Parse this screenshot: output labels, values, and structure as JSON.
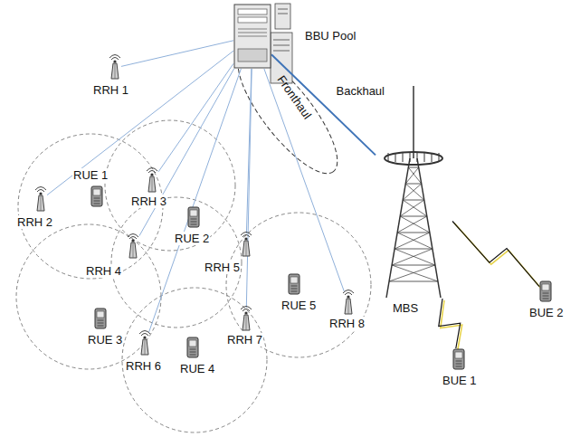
{
  "diagram": {
    "nodes": [
      {
        "text": [
          "BBU Pool"
        ]
      },
      {
        "text": [
          "RRH 1"
        ]
      },
      {
        "text": [
          "RUE 1"
        ]
      },
      {
        "text": [
          "RRH 2"
        ]
      },
      {
        "text": [
          "RRH 3"
        ]
      },
      {
        "text": [
          "RRH 4"
        ]
      },
      {
        "text": [
          "RUE 2"
        ]
      },
      {
        "text": [
          "RRH 5"
        ]
      },
      {
        "text": [
          "RUE 5"
        ]
      },
      {
        "text": [
          "RRH 7"
        ]
      },
      {
        "text": [
          "RRH 8"
        ]
      },
      {
        "text": [
          "RUE 3"
        ]
      },
      {
        "text": [
          "RRH 6"
        ]
      },
      {
        "text": [
          "RUE 4"
        ]
      },
      {
        "text": [
          "MBS"
        ]
      },
      {
        "text": [
          "BUE 2"
        ]
      },
      {
        "text": [
          "BUE 1"
        ]
      }
    ],
    "edges": [
      {
        "from": 0,
        "to": 1,
        "arrow": "none"
      },
      {
        "from": 0,
        "to": 3,
        "arrow": "none"
      },
      {
        "from": 0,
        "to": 4,
        "arrow": "none"
      },
      {
        "from": 0,
        "to": 5,
        "arrow": "none"
      },
      {
        "from": 0,
        "to": 7,
        "arrow": "none"
      },
      {
        "from": 0,
        "to": 12,
        "arrow": "none"
      },
      {
        "from": 0,
        "to": 9,
        "arrow": "none"
      },
      {
        "from": 0,
        "to": 10,
        "arrow": "none"
      },
      {
        "from": 0,
        "to": 14,
        "label": "Backhaul",
        "arrow": "none"
      },
      {
        "from": 14,
        "to": 15,
        "arrow": "none"
      },
      {
        "from": 14,
        "to": 16,
        "arrow": "none"
      }
    ],
    "labels": [
      "Fronthaul"
    ]
  }
}
